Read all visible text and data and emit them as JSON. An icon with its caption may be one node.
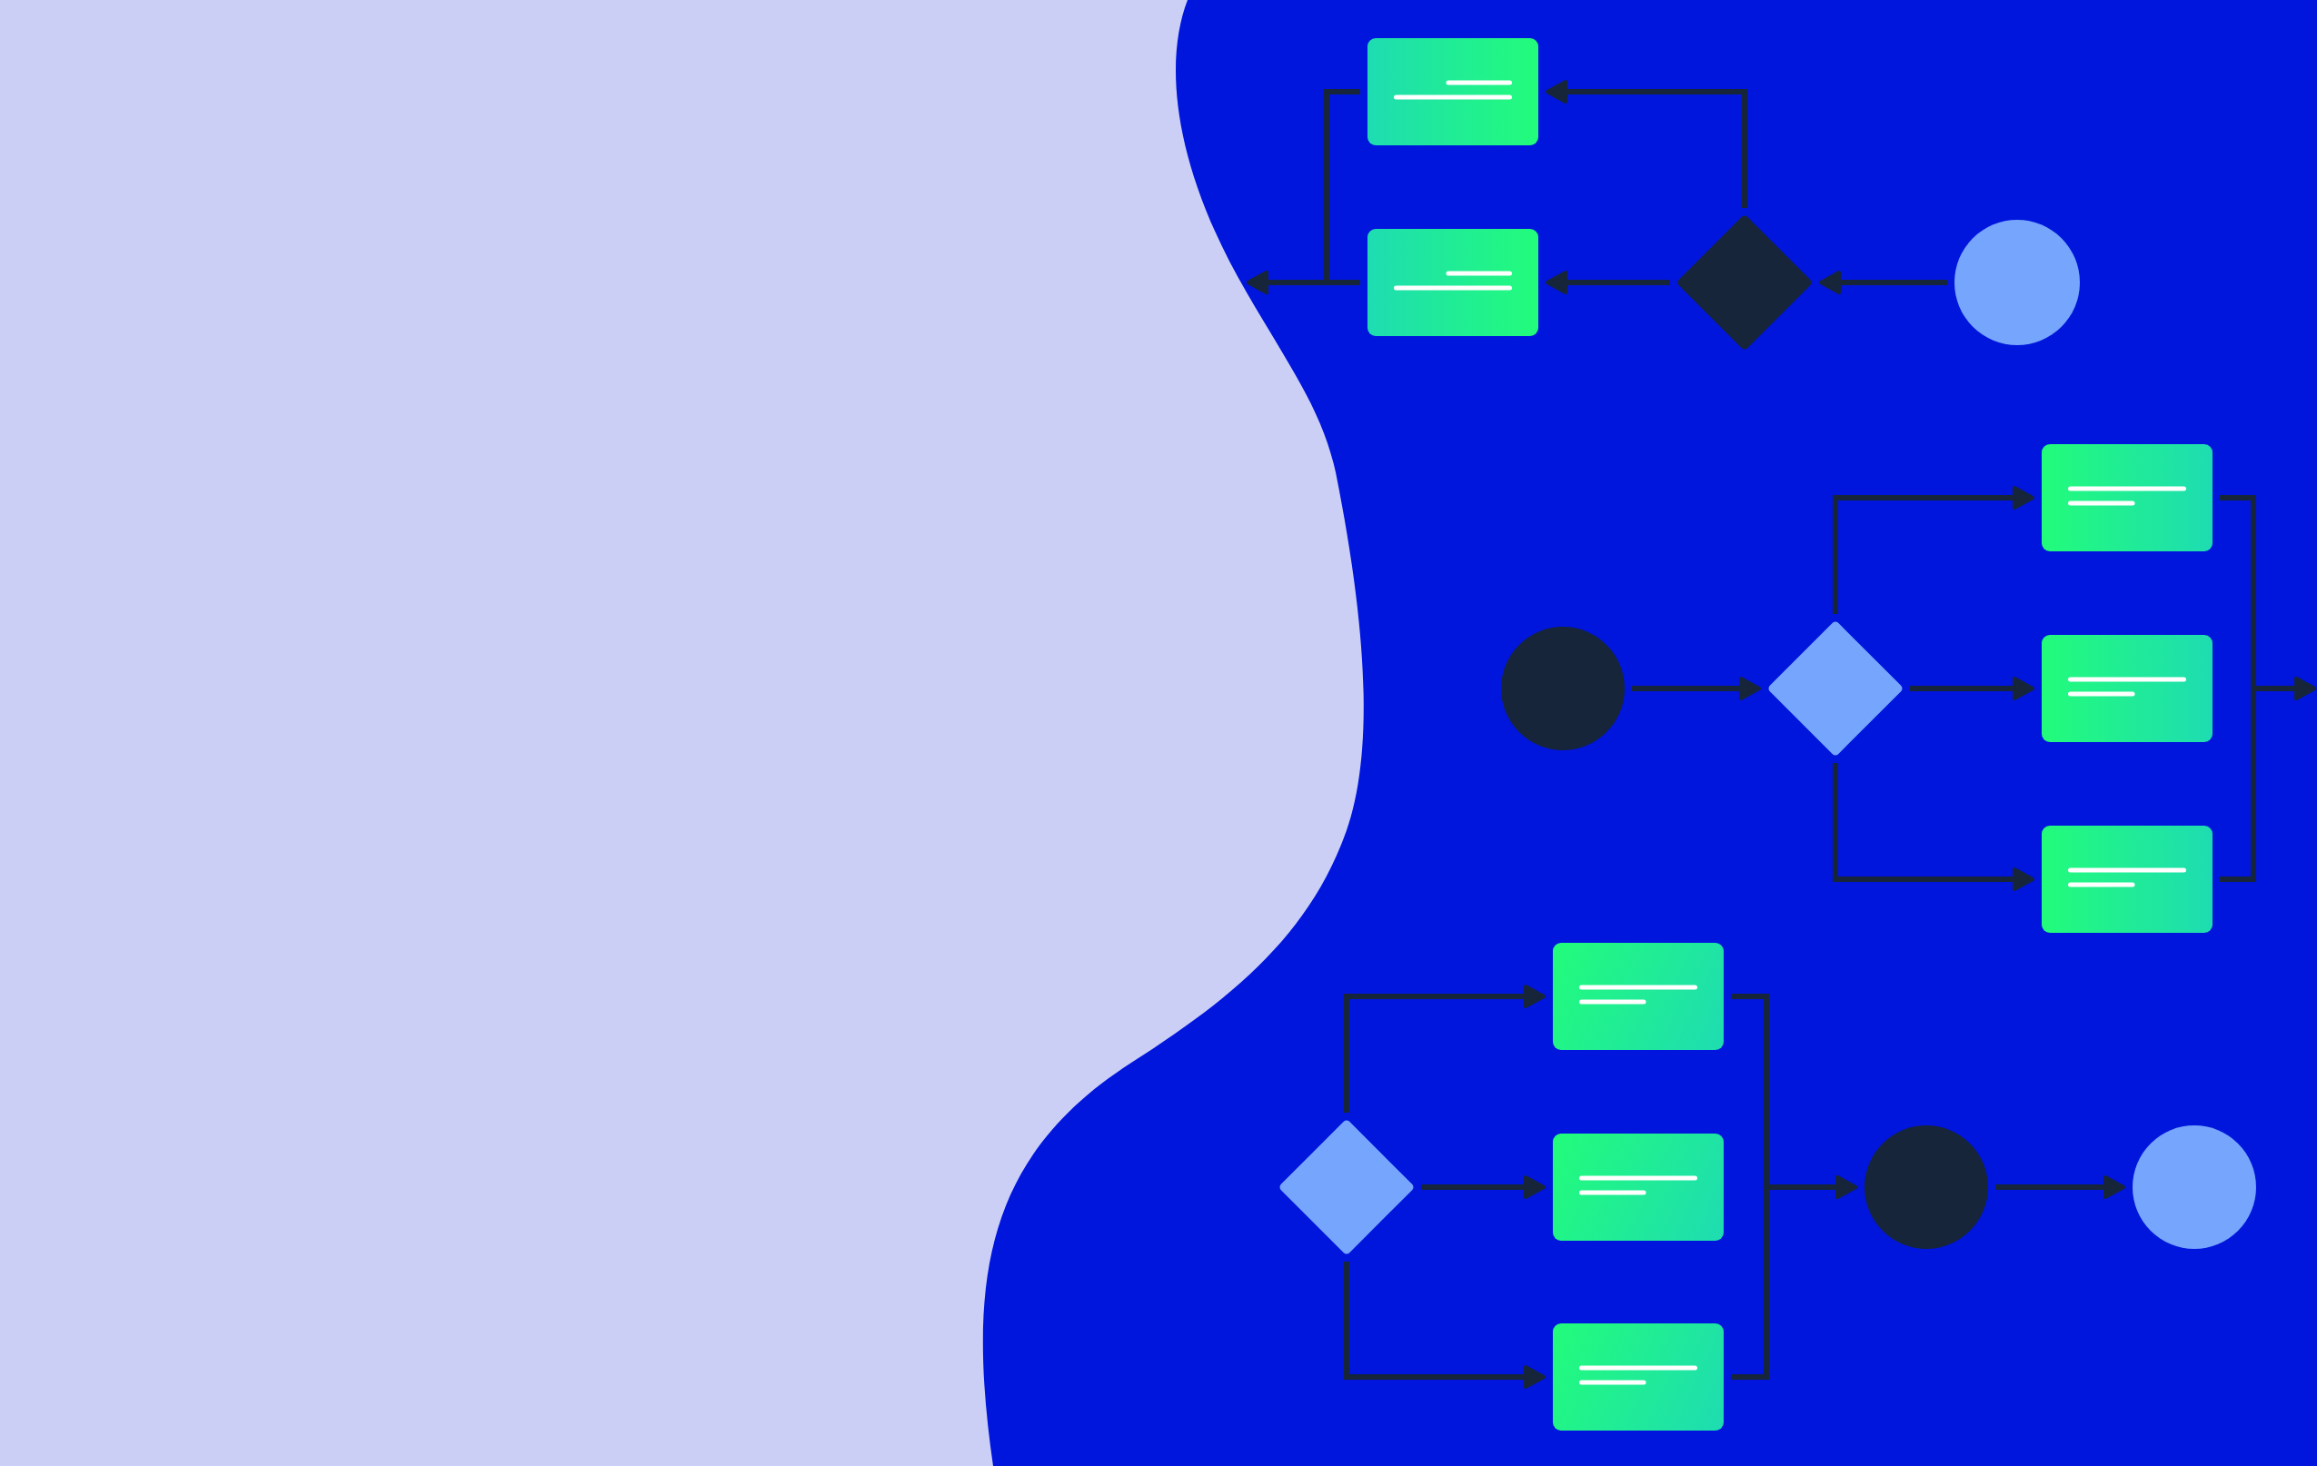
{
  "diagram": {
    "nodes": [
      {
        "text": [],
        "shape": "box"
      },
      {
        "text": [],
        "shape": "box"
      },
      {
        "text": [],
        "shape": "diamond"
      },
      {
        "text": [],
        "shape": "circle"
      },
      {
        "text": [],
        "shape": "circle"
      },
      {
        "text": [],
        "shape": "diamond"
      },
      {
        "text": [],
        "shape": "box"
      },
      {
        "text": [],
        "shape": "box"
      },
      {
        "text": [],
        "shape": "box"
      },
      {
        "text": [],
        "shape": "diamond"
      },
      {
        "text": [],
        "shape": "box"
      },
      {
        "text": [],
        "shape": "box"
      },
      {
        "text": [],
        "shape": "box"
      },
      {
        "text": [],
        "shape": "circle"
      },
      {
        "text": [],
        "shape": "circle"
      }
    ],
    "edges": [
      {
        "from": 3,
        "to": 2,
        "arrow": "to"
      },
      {
        "from": 2,
        "to": 1,
        "arrow": "to"
      },
      {
        "from": 2,
        "to": 0,
        "arrow": "to"
      },
      {
        "from": 0,
        "to": null,
        "arrow": "to"
      },
      {
        "from": 1,
        "to": null,
        "arrow": "to"
      },
      {
        "from": 4,
        "to": 5,
        "arrow": "to"
      },
      {
        "from": 5,
        "to": 6,
        "arrow": "to"
      },
      {
        "from": 5,
        "to": 7,
        "arrow": "to"
      },
      {
        "from": 5,
        "to": 8,
        "arrow": "to"
      },
      {
        "from": 6,
        "to": null,
        "arrow": "to"
      },
      {
        "from": 8,
        "to": null,
        "arrow": "to"
      },
      {
        "from": 9,
        "to": 10,
        "arrow": "to"
      },
      {
        "from": 9,
        "to": 11,
        "arrow": "to"
      },
      {
        "from": 9,
        "to": 12,
        "arrow": "to"
      },
      {
        "from": 10,
        "to": 13,
        "arrow": "to"
      },
      {
        "from": 12,
        "to": 13,
        "arrow": "to"
      },
      {
        "from": 13,
        "to": 14,
        "arrow": "to"
      }
    ]
  }
}
